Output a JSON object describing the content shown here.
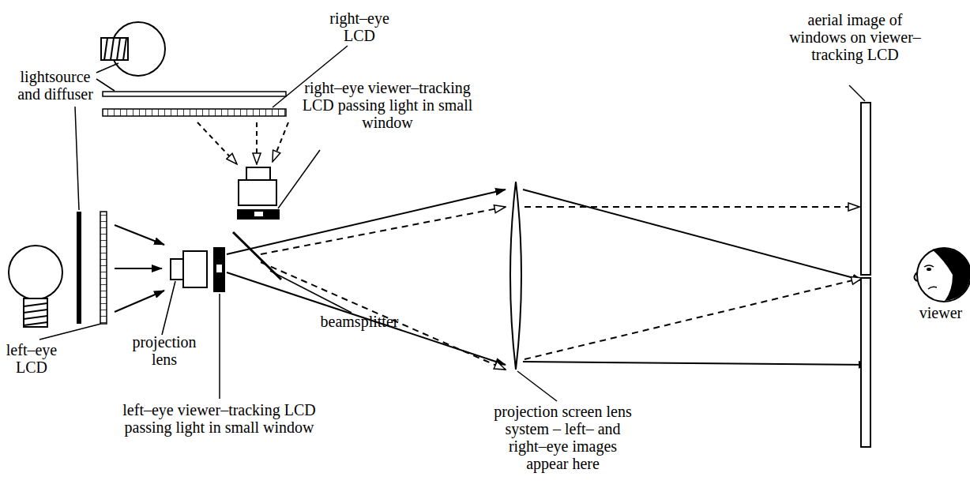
{
  "diagram": {
    "labels": [
      "right–eye LCD",
      "lightsource and diffuser",
      "right–eye viewer–tracking LCD passing light in small window",
      "aerial image of windows on viewer–tracking LCD",
      "viewer",
      "left–eye LCD",
      "projection lens",
      "left–eye viewer–tracking LCD passing light in small window",
      "beamsplitter",
      "projection screen lens system – left– and right–eye images appear here"
    ]
  }
}
